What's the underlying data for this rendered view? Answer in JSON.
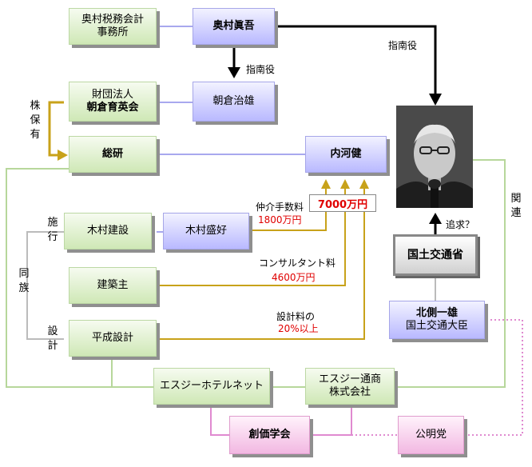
{
  "nodes": {
    "okumura_office": [
      "奥村税務会計",
      "事務所"
    ],
    "okumura": "奥村眞吾",
    "asakura": "朝倉治雄",
    "foundation": [
      "財団法人",
      "朝倉育英会"
    ],
    "soken": "総研",
    "uchikawa": "内河健",
    "kimura_kensetsu": "木村建設",
    "kimura_moriyoshi": "木村盛好",
    "kenchikunushi": "建築主",
    "heisei_sekkei": "平成設計",
    "mlit": "国土交通省",
    "kitagawa": [
      "北側一雄",
      "国土交通大臣"
    ],
    "sj_hotelnet": "エスジーホテルネット",
    "sj_tsusho": [
      "エスジー通商",
      "株式会社"
    ],
    "soka": "創価学会",
    "komeito": "公明党"
  },
  "labels": {
    "shinanyaku_1": "指南役",
    "shinanyaku_2": "指南役",
    "kabuhoyu": "株保有",
    "amount_total": "7000万円",
    "chukai_label": "仲介手数料",
    "chukai_amount": "1800万円",
    "consult_label": "コンサルタント料",
    "consult_amount": "4600万円",
    "sekkei_label": "設計料の",
    "sekkei_amount": "20%以上",
    "tsuikyu": "追求？",
    "kanren": "関連",
    "seko": "施行",
    "dozoku": "同族",
    "sekkei_side": "設計"
  },
  "colors": {
    "green_line": "#b7d79b",
    "blue_line": "#a8a8ee",
    "gold_line": "#c8a21a",
    "pink_line": "#e08ad0",
    "gray_line": "#bbbbbb",
    "black_line": "#000000",
    "amount_red": "#e00000"
  }
}
